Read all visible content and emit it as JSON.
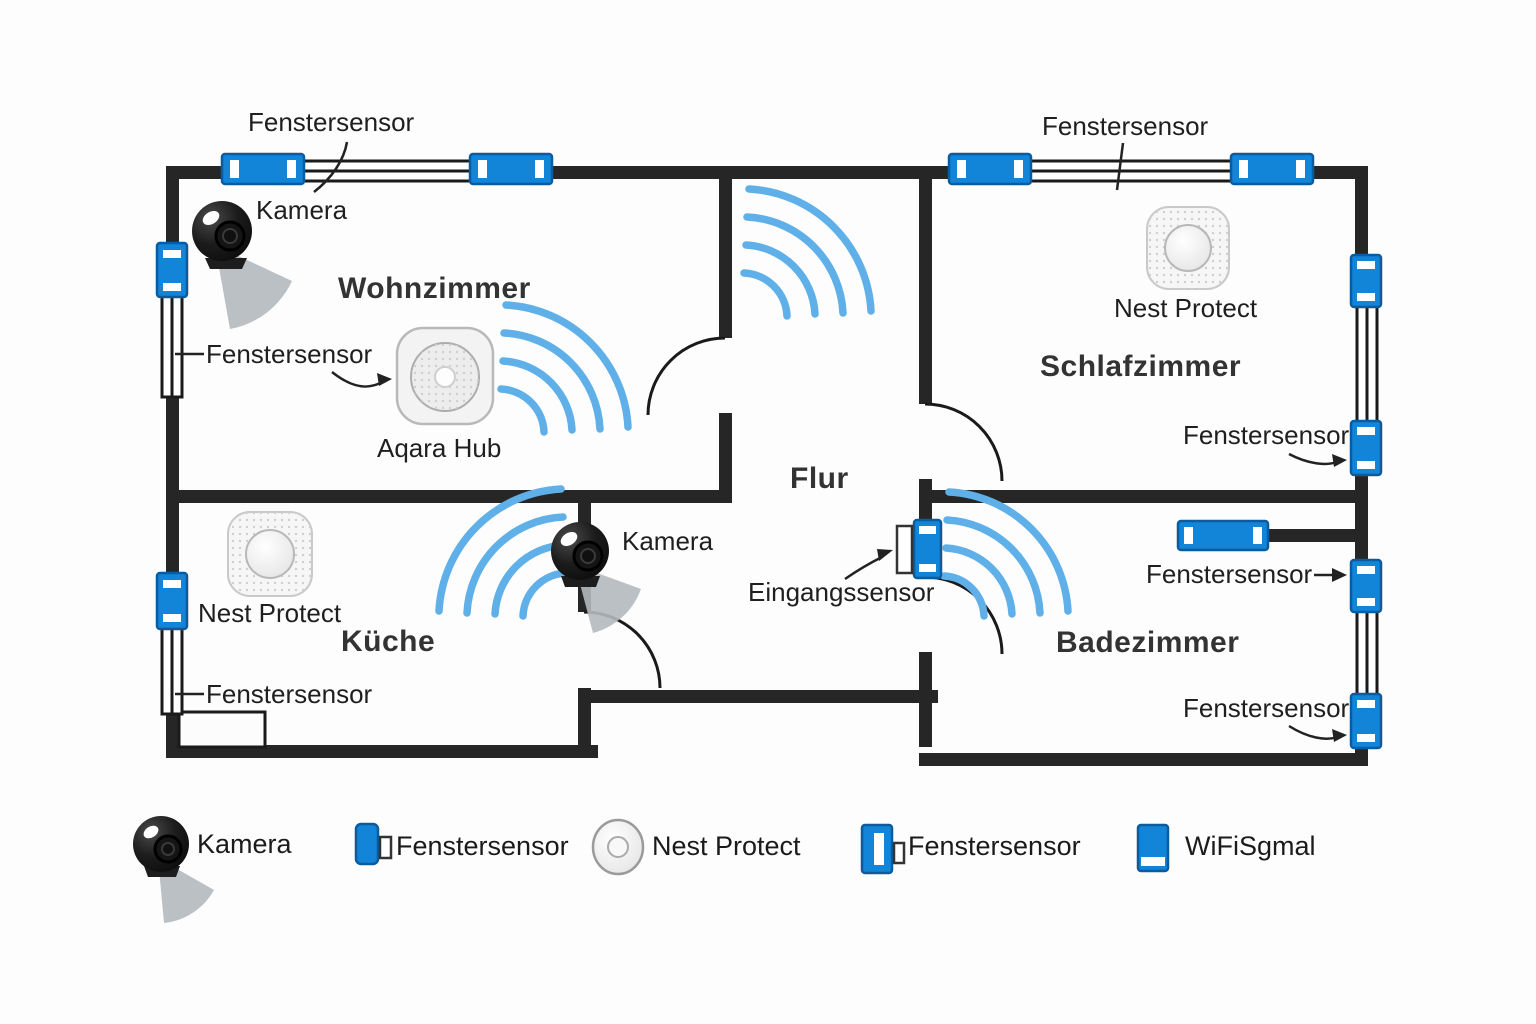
{
  "floorplan": {
    "rooms": {
      "wohnzimmer": "Wohnzimmer",
      "kueche": "Küche",
      "flur": "Flur",
      "schlafzimmer": "Schlafzimmer",
      "badezimmer": "Badezimmer"
    },
    "labels": {
      "fenstersensor_top_left": "Fenstersensor",
      "kamera_wohnzimmer": "Kamera",
      "fenstersensor_left_wohnzimmer": "Fenstersensor",
      "aqara_hub": "Aqara Hub",
      "fenstersensor_top_schlafzimmer": "Fenstersensor",
      "nest_protect_schlafzimmer": "Nest Protect",
      "fenstersensor_right_schlafzimmer": "Fenstersensor",
      "eingangssensor": "Eingangssensor",
      "nest_protect_kueche": "Nest Protect",
      "kamera_kueche": "Kamera",
      "fenstersensor_left_kueche": "Fenstersensor",
      "fenstersensor_right_bad_mitte": "Fenstersensor",
      "fenstersensor_right_bad_unten": "Fenstersensor"
    }
  },
  "legend": {
    "items": [
      {
        "icon": "camera-icon",
        "label": "Kamera"
      },
      {
        "icon": "window-sensor-icon",
        "label": "Fenstersensor"
      },
      {
        "icon": "nest-protect-icon",
        "label": "Nest Protect"
      },
      {
        "icon": "window-sensor-icon",
        "label": "Fenstersensor"
      },
      {
        "icon": "wifi-signal-icon",
        "label": "WiFiSgmal"
      }
    ]
  },
  "colors": {
    "sensor_blue": "#1385d8",
    "sensor_border": "#0b5c9f",
    "wifi_blue": "#5fb0e8",
    "wall": "#262626"
  }
}
